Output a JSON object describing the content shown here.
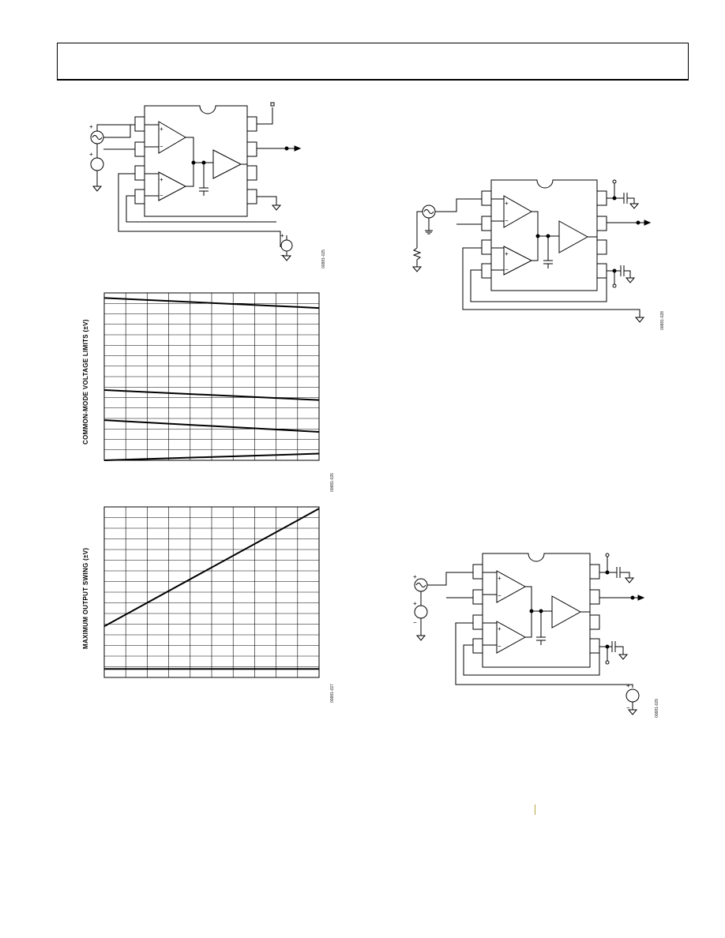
{
  "header": {
    "title": ""
  },
  "figures": {
    "fig1_id": "00881-025",
    "fig2_id": "00881-026",
    "fig3_id": "00881-027",
    "fig4_id": "00881-028",
    "fig5_id": "00881-029"
  },
  "chart_data": [
    {
      "type": "line",
      "ylabel": "COMMON-MODE VOLTAGE LIMITS (±V)",
      "grid": true,
      "series": [
        {
          "values": [
            0.97,
            0.91
          ]
        },
        {
          "values": [
            0.42,
            0.36
          ]
        },
        {
          "values": [
            0.24,
            0.17
          ]
        },
        {
          "values": [
            0.0,
            0.04
          ]
        }
      ]
    },
    {
      "type": "line",
      "ylabel": "MAXIMUM OUTPUT SWING (±V)",
      "grid": true,
      "series": [
        {
          "values": [
            0.3,
            0.99
          ]
        },
        {
          "values": [
            0.05,
            0.05
          ]
        }
      ]
    }
  ],
  "colors": {
    "ink": "#000000",
    "footer_accent": "#b5a642"
  }
}
